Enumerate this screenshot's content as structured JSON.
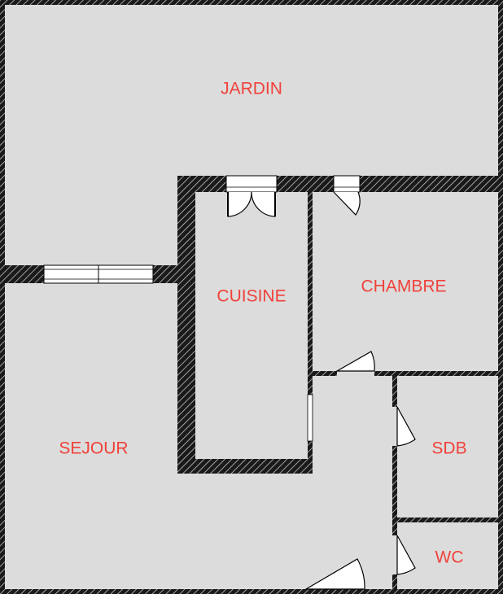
{
  "colors": {
    "floor": "#dcdcdc",
    "wall": "#1a1a1a",
    "wall_hatch": "#cfcfcf",
    "label": "#f0413b",
    "door_line": "#000000",
    "opening": "#ffffff"
  },
  "rooms": {
    "jardin": {
      "label": "JARDIN"
    },
    "cuisine": {
      "label": "CUISINE"
    },
    "chambre": {
      "label": "CHAMBRE"
    },
    "sejour": {
      "label": "SEJOUR"
    },
    "sdb": {
      "label": "SDB"
    },
    "wc": {
      "label": "WC"
    }
  }
}
